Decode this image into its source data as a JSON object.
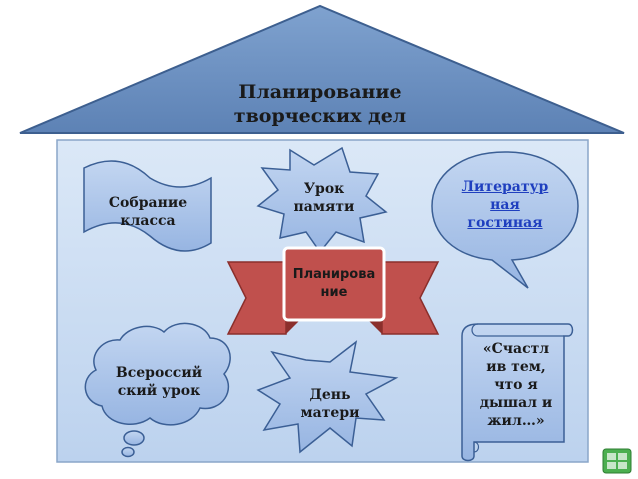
{
  "title": {
    "line1": "Планирование",
    "line2": "творческих дел"
  },
  "center": {
    "line1": "Планирова",
    "line2": "ние"
  },
  "shapes": {
    "sobranie": {
      "line1": "Собрание",
      "line2": "класса"
    },
    "urok_pamyati": {
      "line1": "Урок",
      "line2": "памяти"
    },
    "literaturnaya": {
      "line1": "Литератур",
      "line2": "ная",
      "line3": "гостиная"
    },
    "vserossiyskiy": {
      "line1": "Всероссий",
      "line2": "ский урок"
    },
    "den_materi": {
      "line1": "День",
      "line2": "матери"
    },
    "schastliv": {
      "line1": "«Счастл",
      "line2": "ив тем,",
      "line3": "что я",
      "line4": "дышал и",
      "line5": "жил…»"
    }
  },
  "colors": {
    "roof": "#6a8fbf",
    "roof_stroke": "#3d5f8f",
    "wall": "#cfe0f5",
    "shape_fill": "#a7c1e8",
    "shape_stroke": "#3b5f95",
    "banner": "#c0504d",
    "banner_dark": "#8b2f2c",
    "footer_green": "#4caf50"
  },
  "icons": {
    "footer": "slide-nav-icon"
  }
}
